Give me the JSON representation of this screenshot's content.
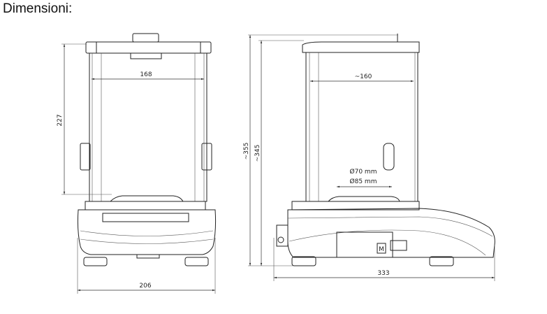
{
  "title": "Dimensioni:",
  "front_view": {
    "width_inner": "168",
    "height_chamber": "227",
    "width_total": "206"
  },
  "side_view": {
    "depth_inner": "~160",
    "height_total": "~355",
    "height_body": "~345",
    "pan_small": "Ø70 mm",
    "pan_large": "Ø85 mm",
    "depth_total": "333",
    "label_m": "M"
  }
}
